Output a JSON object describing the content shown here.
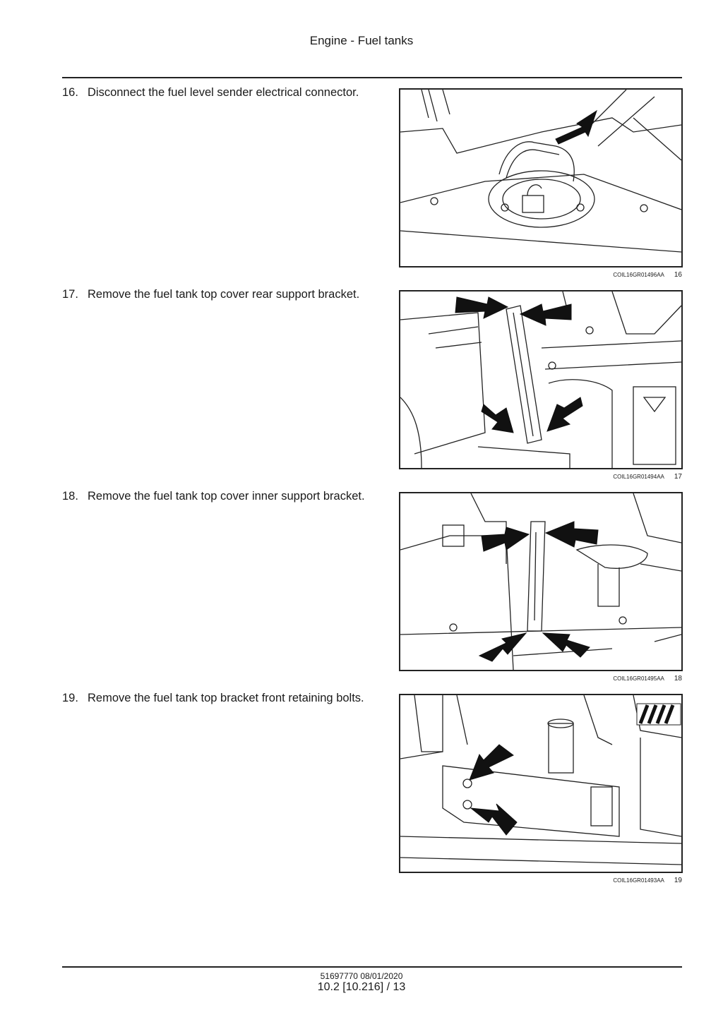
{
  "header": {
    "title": "Engine - Fuel tanks"
  },
  "steps": [
    {
      "number": "16.",
      "text": "Disconnect the fuel level sender electrical connector.",
      "figure_code": "COIL16GR01496AA",
      "figure_number": "16"
    },
    {
      "number": "17.",
      "text": "Remove the fuel tank top cover rear support bracket.",
      "figure_code": "COIL16GR01494AA",
      "figure_number": "17"
    },
    {
      "number": "18.",
      "text": "Remove the fuel tank top cover inner support bracket.",
      "figure_code": "COIL16GR01495AA",
      "figure_number": "18"
    },
    {
      "number": "19.",
      "text": "Remove the fuel tank top bracket front retaining bolts.",
      "figure_code": "COIL16GR01493AA",
      "figure_number": "19"
    }
  ],
  "footer": {
    "doc_code": "51697770 08/01/2020",
    "page": "10.2 [10.216] / 13"
  }
}
